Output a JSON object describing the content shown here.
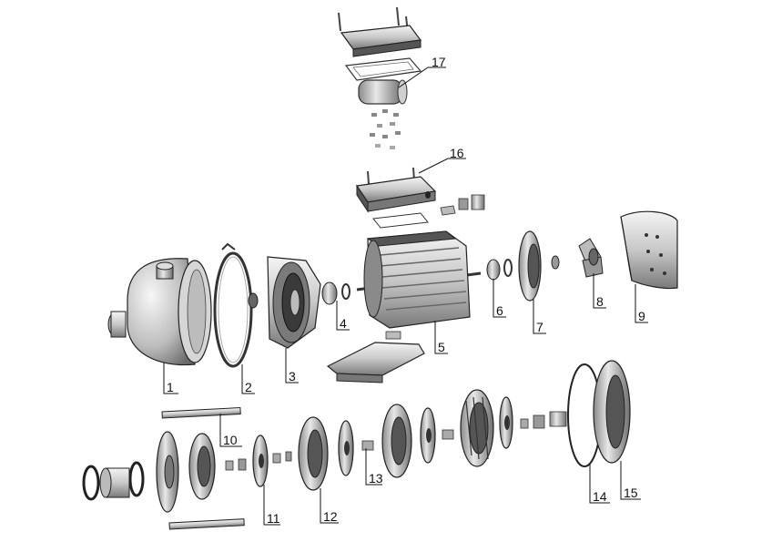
{
  "callouts": [
    {
      "id": "1",
      "label": "1"
    },
    {
      "id": "2",
      "label": "2"
    },
    {
      "id": "3",
      "label": "3"
    },
    {
      "id": "4",
      "label": "4"
    },
    {
      "id": "5",
      "label": "5"
    },
    {
      "id": "6",
      "label": "6"
    },
    {
      "id": "7",
      "label": "7"
    },
    {
      "id": "8",
      "label": "8"
    },
    {
      "id": "9",
      "label": "9"
    },
    {
      "id": "10",
      "label": "10"
    },
    {
      "id": "11",
      "label": "11"
    },
    {
      "id": "12",
      "label": "12"
    },
    {
      "id": "13",
      "label": "13"
    },
    {
      "id": "14",
      "label": "14"
    },
    {
      "id": "15",
      "label": "15"
    },
    {
      "id": "16",
      "label": "16"
    },
    {
      "id": "17",
      "label": "17"
    }
  ],
  "colors": {
    "part_light": "#e6e6e6",
    "part_mid": "#b8b8b8",
    "part_dark": "#4a4a4a",
    "outline": "#222222",
    "leader": "#111111"
  }
}
